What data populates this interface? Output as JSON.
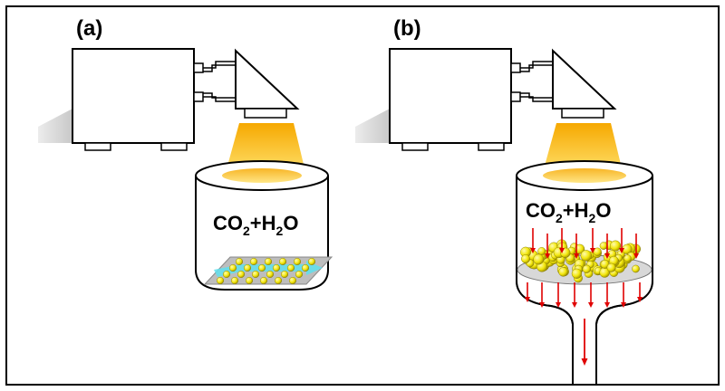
{
  "panels": [
    {
      "label": "(a)",
      "formula": {
        "part1": "CO",
        "sub1": "2",
        "part2": "+H",
        "sub2": "2",
        "part3": "O"
      }
    },
    {
      "label": "(b)",
      "formula": {
        "part1": "CO",
        "sub1": "2",
        "part2": "+H",
        "sub2": "2",
        "part3": "O"
      }
    }
  ],
  "colors": {
    "lamp_light": "#f5b400",
    "particle": "#f2e60a",
    "arrow": "#e00000",
    "flow_arrow": "#40d0e8",
    "plate": "#b8b8b8",
    "shadow": "#d0d0d0"
  },
  "icons": [
    "lamp-housing-icon",
    "light-beam-icon",
    "reactor-vessel-icon",
    "catalyst-plate-icon",
    "flow-arrow-icon"
  ]
}
